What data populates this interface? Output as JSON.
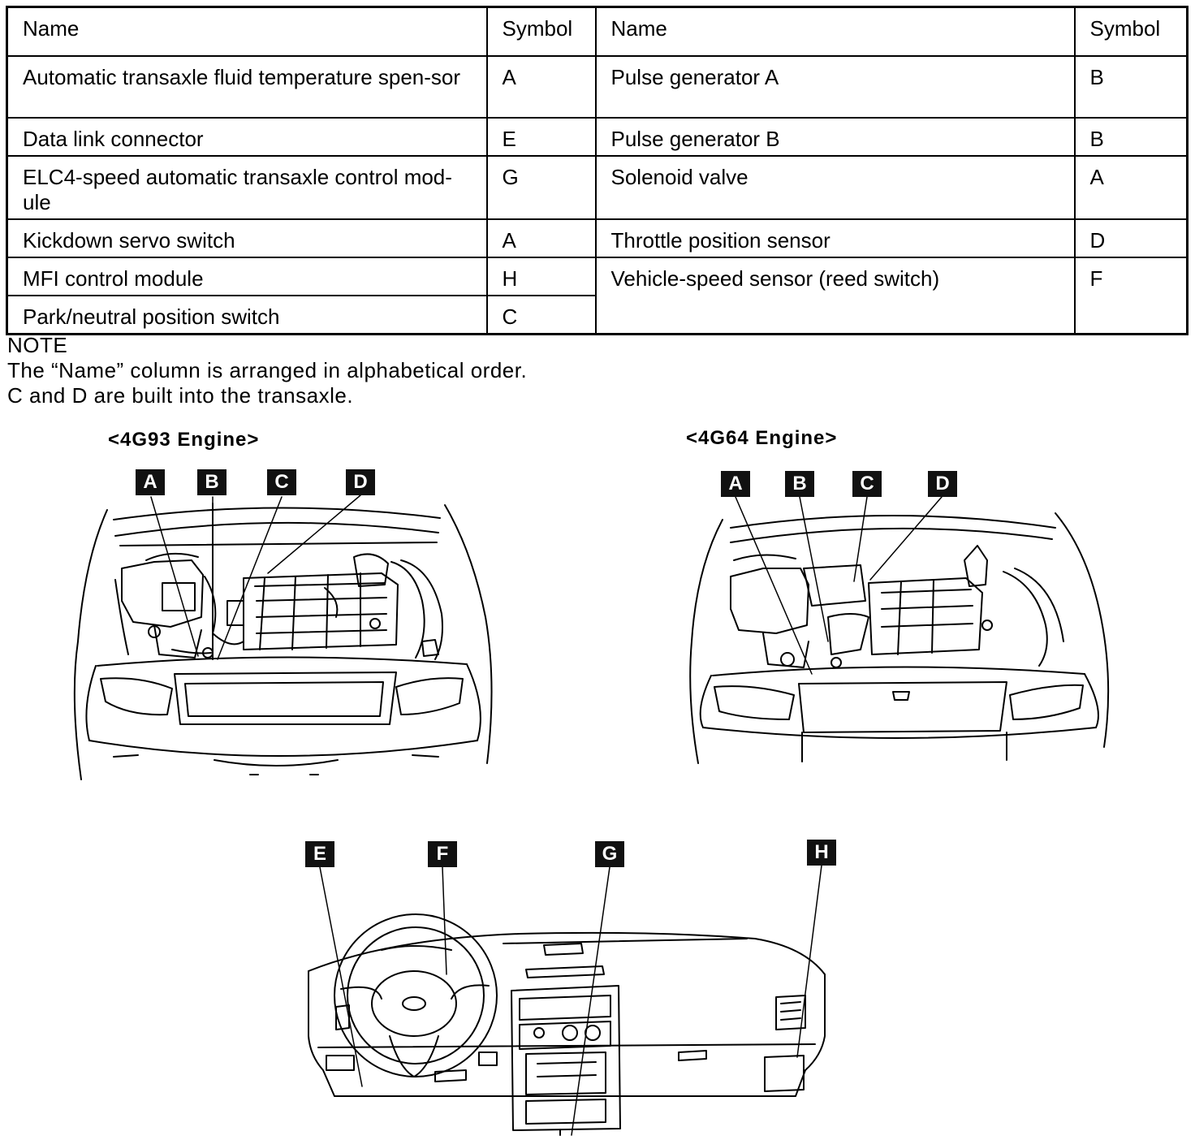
{
  "table": {
    "headers": [
      "Name",
      "Symbol",
      "Name",
      "Symbol"
    ],
    "left_rows": [
      {
        "name": "Automatic transaxle fluid temperature spen-sor",
        "symbol": "A"
      },
      {
        "name": "Data link connector",
        "symbol": "E"
      },
      {
        "name": "ELC4-speed automatic transaxle control mod-ule",
        "symbol": "G"
      },
      {
        "name": "Kickdown servo switch",
        "symbol": "A"
      },
      {
        "name": "MFI control module",
        "symbol": "H"
      },
      {
        "name": "Park/neutral position switch",
        "symbol": "C"
      }
    ],
    "right_rows": [
      {
        "name": "Pulse generator A",
        "symbol": "B"
      },
      {
        "name": "Pulse generator B",
        "symbol": "B"
      },
      {
        "name": "Solenoid valve",
        "symbol": "A"
      },
      {
        "name": "Throttle position sensor",
        "symbol": "D"
      },
      {
        "name": "Vehicle-speed sensor (reed switch)",
        "symbol": "F"
      }
    ]
  },
  "note": {
    "heading": "NOTE",
    "lines": [
      "The “Name” column is arranged in alphabetical order.",
      "C and D are built into the transaxle."
    ]
  },
  "diagrams": {
    "engine_left_title": "<4G93 Engine>",
    "engine_right_title": "<4G64 Engine>",
    "engine_left_tags": [
      "A",
      "B",
      "C",
      "D"
    ],
    "engine_right_tags": [
      "A",
      "B",
      "C",
      "D"
    ],
    "dash_tags": [
      "E",
      "F",
      "G",
      "H"
    ]
  }
}
